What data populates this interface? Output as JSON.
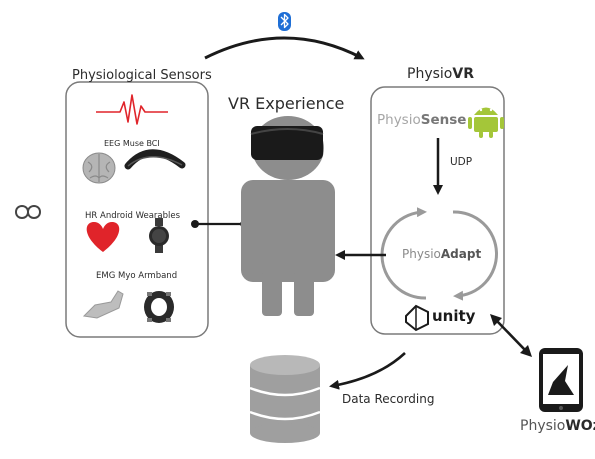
{
  "left_panel": {
    "title": "Physiological Sensors",
    "sensors": [
      {
        "label": "EEG Muse BCI",
        "icons": [
          "brain-icon",
          "headband-icon"
        ]
      },
      {
        "label": "HR Android Wearables",
        "icons": [
          "heart-icon",
          "smartwatch-icon"
        ]
      },
      {
        "label": "EMG Myo Armband",
        "icons": [
          "arm-icon",
          "armband-icon"
        ]
      }
    ],
    "header_icon": "heartbeat-icon"
  },
  "center": {
    "title": "VR Experience",
    "figure_icon": "vr-headset-person-icon"
  },
  "right_panel": {
    "title_prefix": "Physio",
    "title_suffix": "VR",
    "sense_prefix": "Physio",
    "sense_suffix": "Sense",
    "udp_label": "UDP",
    "adapt_prefix": "Physio",
    "adapt_suffix": "Adapt",
    "engine_label": "unity"
  },
  "storage": {
    "label": "Data Recording"
  },
  "woz": {
    "label_prefix": "Physio",
    "label_suffix": "WOz"
  },
  "link_icon": "bluetooth-icon",
  "loop_icon": "infinity-icon",
  "colors": {
    "heart_red": "#e0242a",
    "android_green": "#a4c639",
    "bluetooth_blue": "#1f6fd6",
    "figure_gray": "#8d8d8d",
    "panel_border": "#7a7a7a"
  }
}
